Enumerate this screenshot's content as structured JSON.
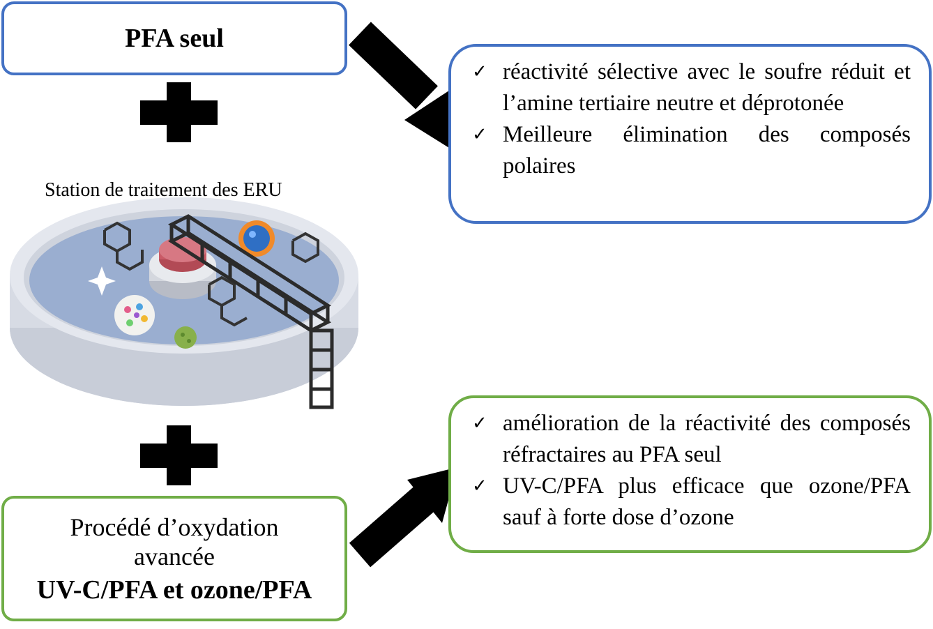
{
  "top_input": {
    "label": "PFA seul"
  },
  "bottom_input": {
    "line1": "Procédé d’oxydation",
    "line2": "avancée",
    "line3": "UV-C/PFA et ozone/PFA"
  },
  "station": {
    "label": "Station de traitement des ERU"
  },
  "result_top": {
    "items": [
      "réactivité sélective avec le soufre réduit et l’amine tertiaire neutre et déprotonée",
      "Meilleure élimination des composés polaires"
    ]
  },
  "result_bottom": {
    "items": [
      "amélioration de la réactivité des composés réfractaires au PFA seul",
      "UV-C/PFA plus efficace que ozone/PFA sauf à forte dose d’ozone"
    ]
  },
  "check_symbol": "✓",
  "colors": {
    "blue_border": "#4472c4",
    "green_border": "#70ad47",
    "arrow": "#000000"
  }
}
